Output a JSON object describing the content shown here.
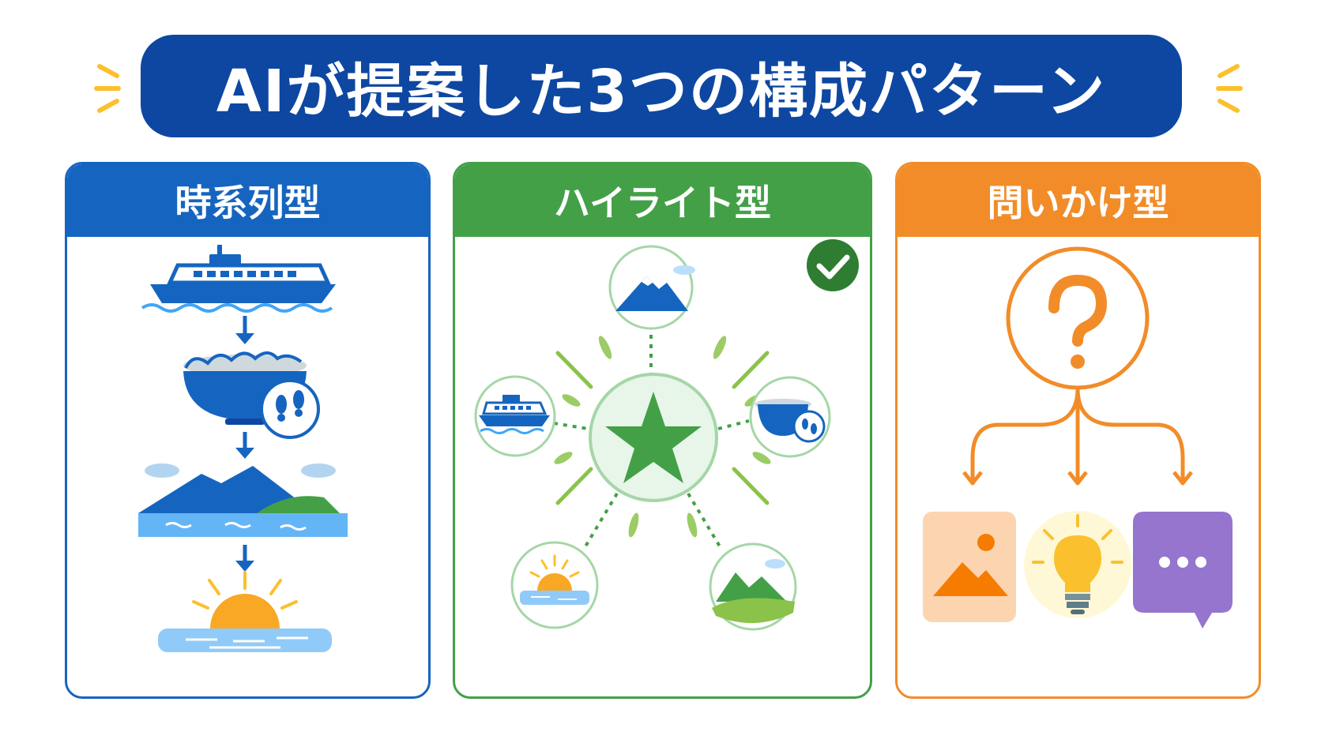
{
  "title": "AIが提案した3つの構成パターン",
  "colors": {
    "banner": "#0d47a1",
    "blue": "#1565c0",
    "green": "#43a047",
    "orange": "#f28c28",
    "spark": "#fbc02d"
  },
  "cards": [
    {
      "label": "時系列型",
      "icons": [
        "ferry-icon",
        "ramen-bowl-icon",
        "footprints-icon",
        "mountain-lake-icon",
        "sunset-icon"
      ]
    },
    {
      "label": "ハイライト型",
      "selected": true,
      "icons": [
        "star-icon",
        "mountain-icon",
        "ferry-icon",
        "ramen-bowl-icon",
        "sunset-icon",
        "green-hills-icon",
        "checkmark-icon"
      ]
    },
    {
      "label": "問いかけ型",
      "icons": [
        "question-mark-icon",
        "image-icon",
        "light-bulb-icon",
        "chat-bubble-icon"
      ]
    }
  ]
}
